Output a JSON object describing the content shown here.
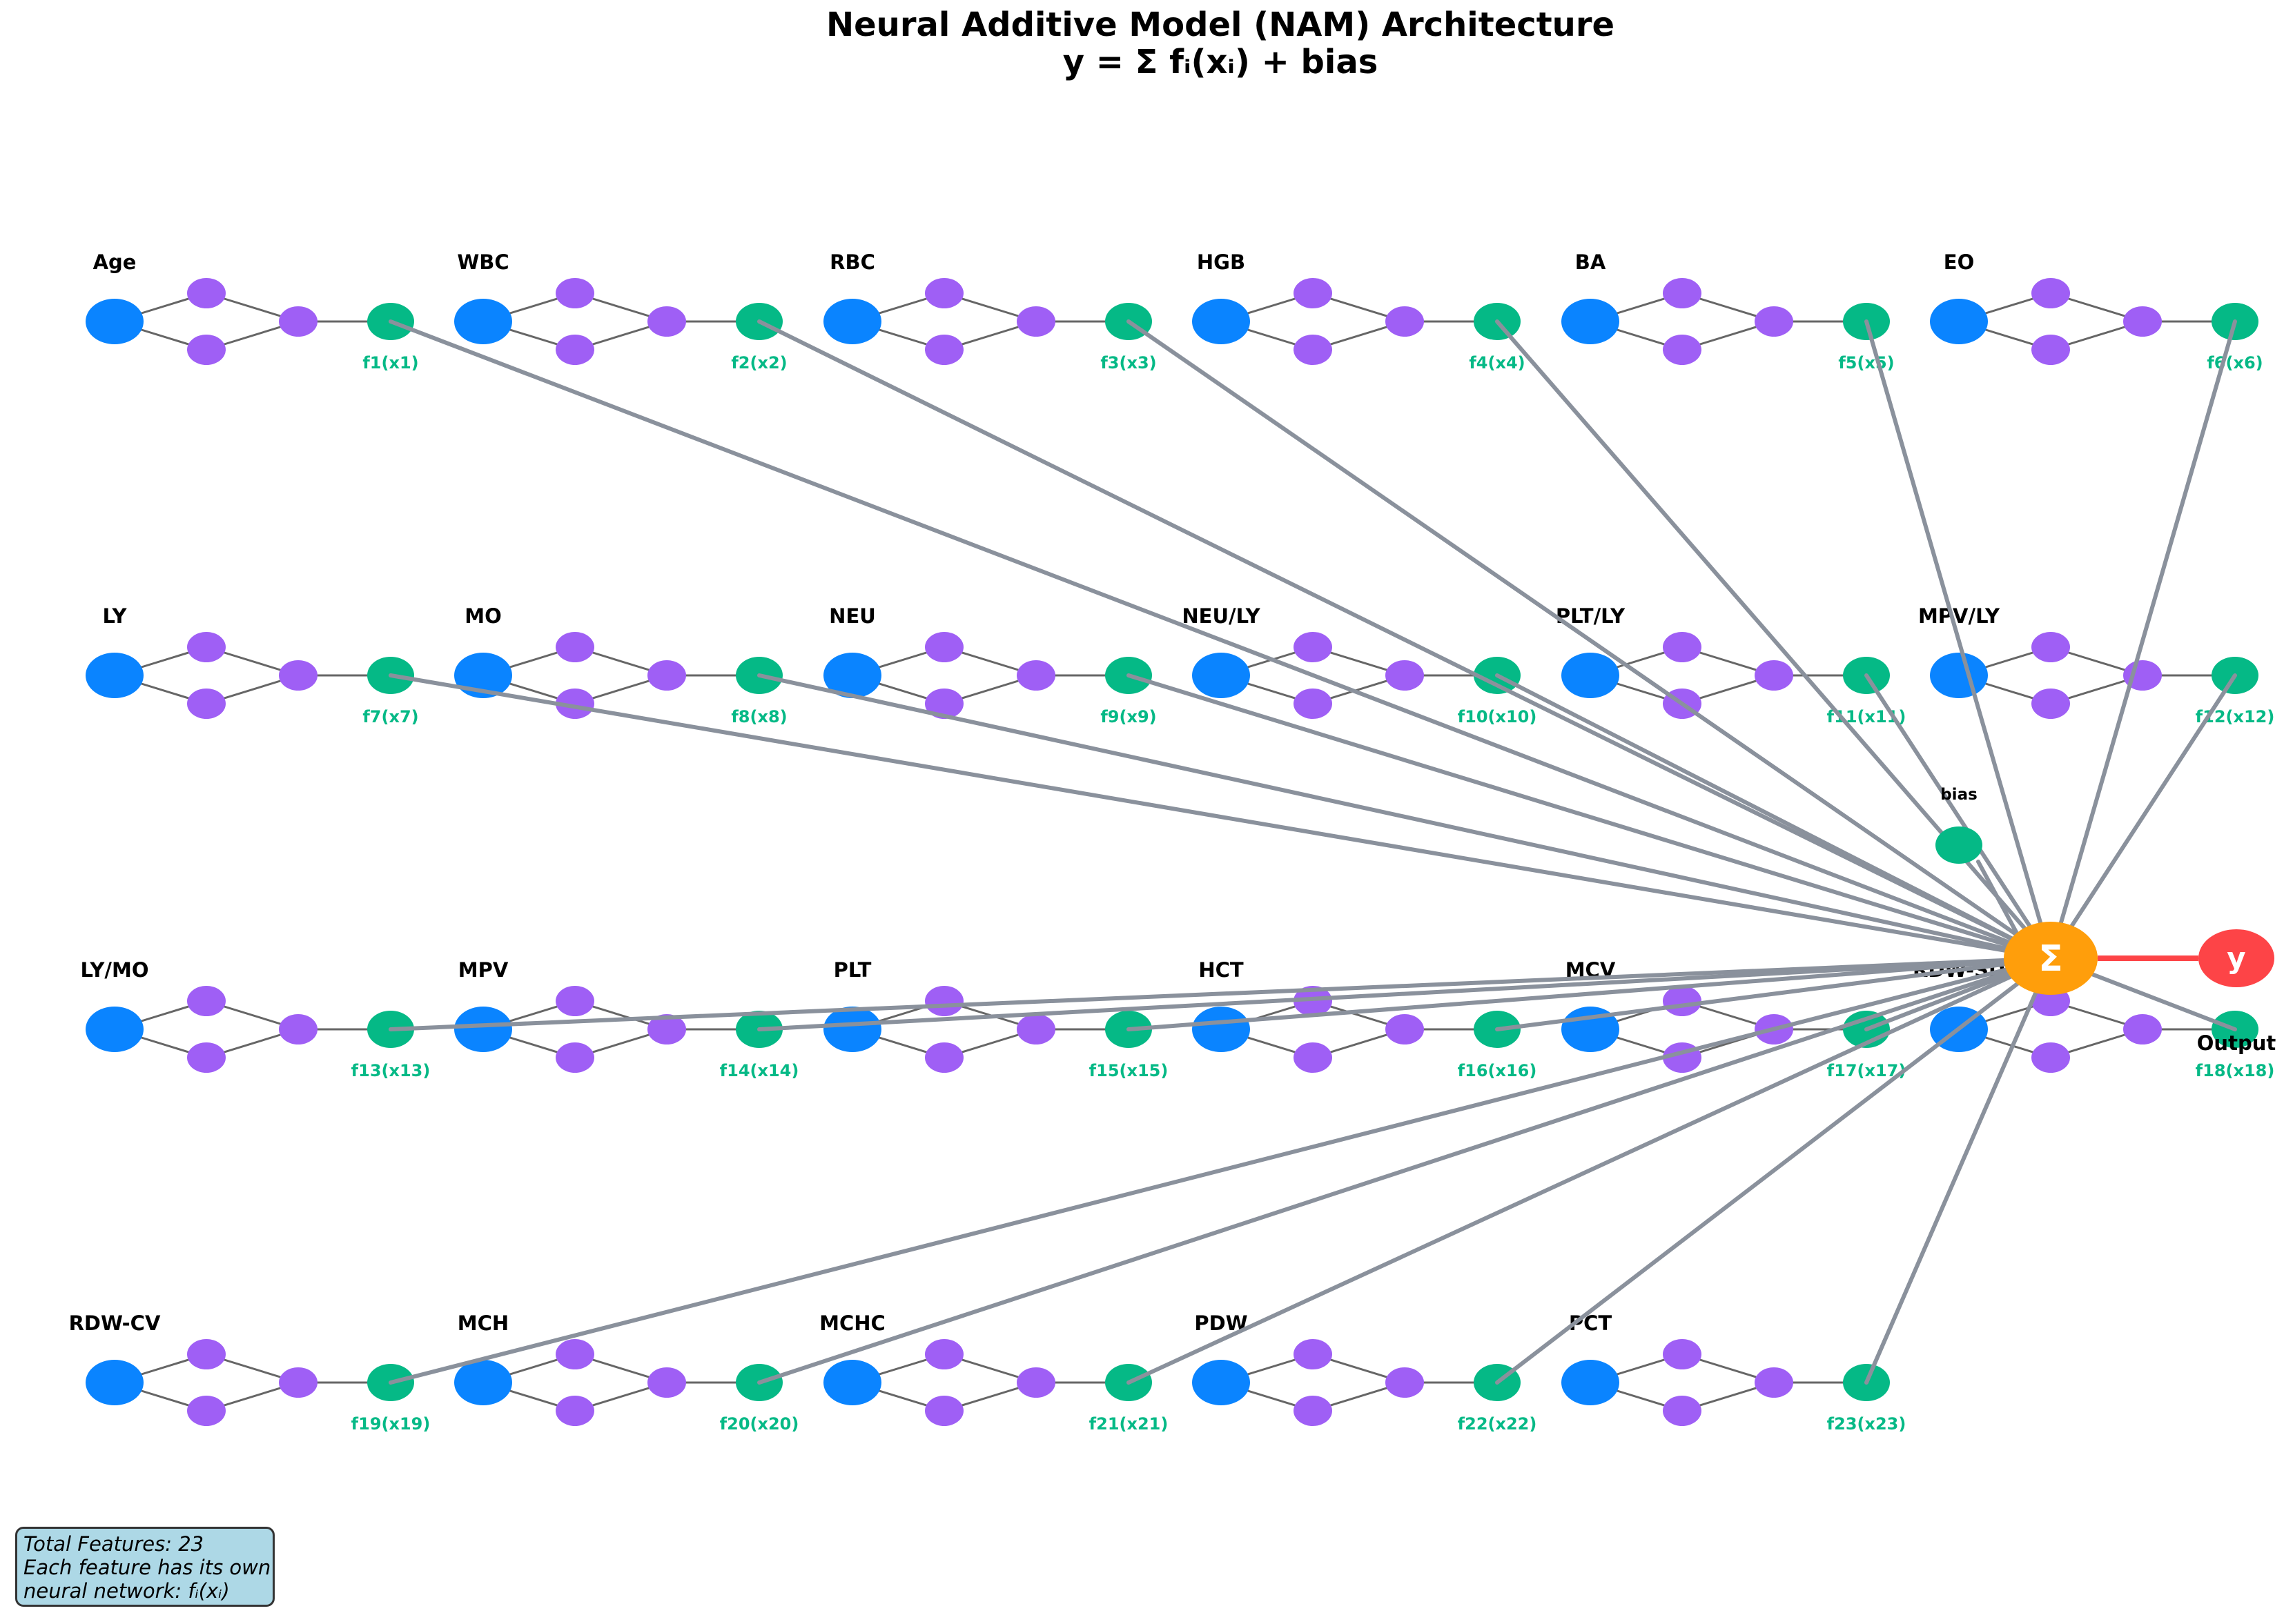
{
  "title": {
    "line1": "Neural Additive Model (NAM) Architecture",
    "line2": "y = Σ fᵢ(xᵢ) + bias"
  },
  "colors": {
    "input_node": "#0a84ff",
    "hidden_node": "#9f5ff5",
    "output_node": "#05b986",
    "sum_node": "#ff9e0b",
    "y_node": "#fd4447",
    "connection": "#8a919c",
    "internal_edge": "#666666",
    "info_box_fill": "#add8e6"
  },
  "features": [
    {
      "name": "Age",
      "fn": "f1(x1)"
    },
    {
      "name": "WBC",
      "fn": "f2(x2)"
    },
    {
      "name": "RBC",
      "fn": "f3(x3)"
    },
    {
      "name": "HGB",
      "fn": "f4(x4)"
    },
    {
      "name": "BA",
      "fn": "f5(x5)"
    },
    {
      "name": "EO",
      "fn": "f6(x6)"
    },
    {
      "name": "LY",
      "fn": "f7(x7)"
    },
    {
      "name": "MO",
      "fn": "f8(x8)"
    },
    {
      "name": "NEU",
      "fn": "f9(x9)"
    },
    {
      "name": "NEU/LY",
      "fn": "f10(x10)"
    },
    {
      "name": "PLT/LY",
      "fn": "f11(x11)"
    },
    {
      "name": "MPV/LY",
      "fn": "f12(x12)"
    },
    {
      "name": "LY/MO",
      "fn": "f13(x13)"
    },
    {
      "name": "MPV",
      "fn": "f14(x14)"
    },
    {
      "name": "PLT",
      "fn": "f15(x15)"
    },
    {
      "name": "HCT",
      "fn": "f16(x16)"
    },
    {
      "name": "MCV",
      "fn": "f17(x17)"
    },
    {
      "name": "RDW-SD",
      "fn": "f18(x18)"
    },
    {
      "name": "RDW-CV",
      "fn": "f19(x19)"
    },
    {
      "name": "MCH",
      "fn": "f20(x20)"
    },
    {
      "name": "MCHC",
      "fn": "f21(x21)"
    },
    {
      "name": "PDW",
      "fn": "f22(x22)"
    },
    {
      "name": "PCT",
      "fn": "f23(x23)"
    }
  ],
  "bias_label": "bias",
  "sum_symbol": "Σ",
  "output": {
    "symbol": "y",
    "label": "Output"
  },
  "info_box": {
    "line1": "Total Features: 23",
    "line2": "Each feature has its own",
    "line3": "neural network: fᵢ(xᵢ)"
  }
}
